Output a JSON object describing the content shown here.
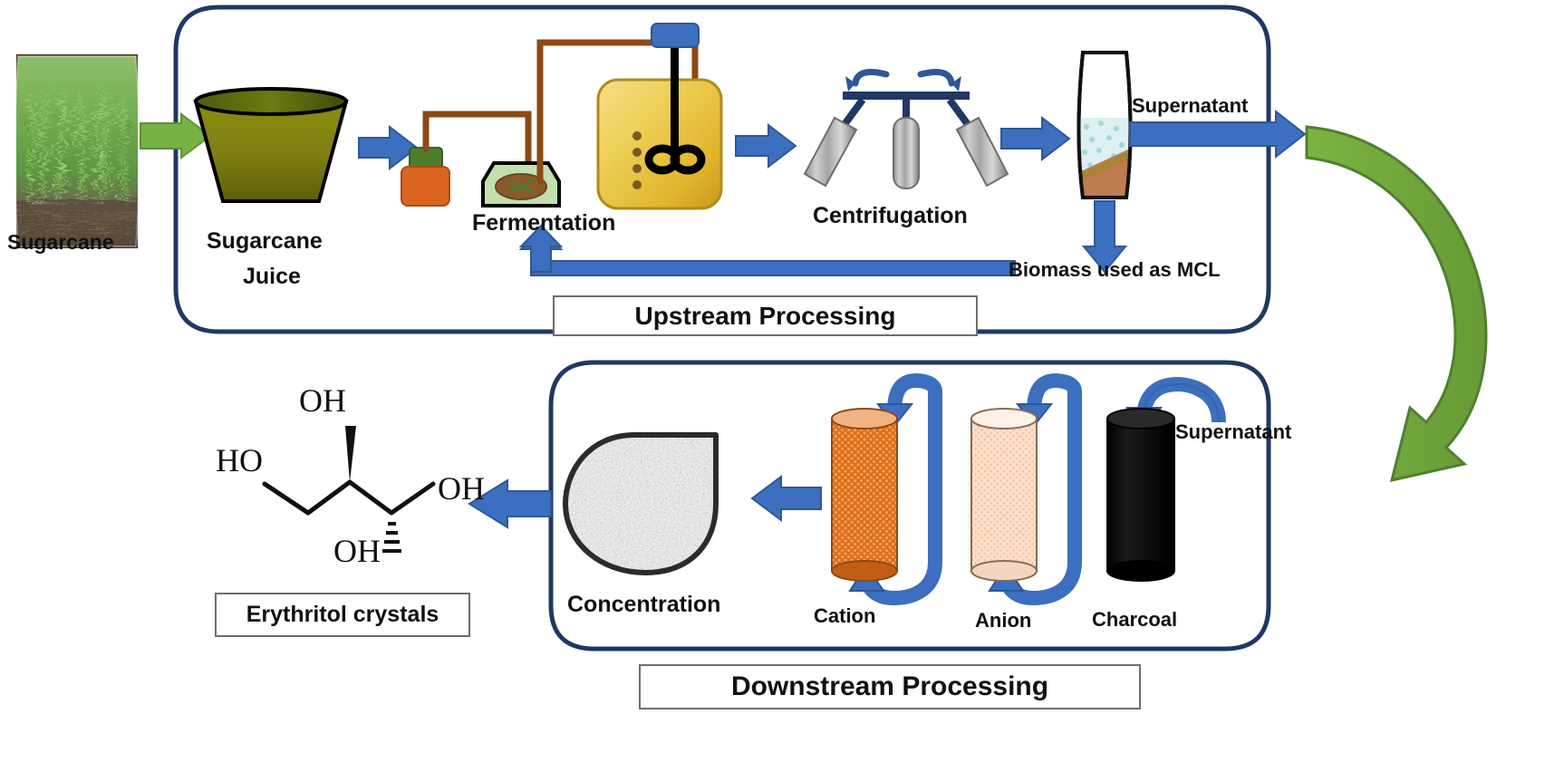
{
  "diagram": {
    "title_upstream": "Upstream Processing",
    "title_downstream": "Downstream Processing",
    "colors": {
      "container_border": "#1F3864",
      "blue_arrow": "#3C6FBF",
      "green_arrow": "#70AD47",
      "cane_juice": "#7A7A14",
      "bioreactor": "#E8C43E",
      "cation_resin": "#E2761B",
      "anion_resin": "#FBDFCB",
      "charcoal": "#070707",
      "biomass_pellet": "#C08050",
      "supernatant_liquid": "#DCF0F2",
      "text": "#111111"
    }
  },
  "upstream": {
    "labels": {
      "sugarcane": "Sugarcane",
      "sugarcane_juice_line1": "Sugarcane",
      "sugarcane_juice_line2": "Juice",
      "fermentation": "Fermentation",
      "centrifugation": "Centrifugation",
      "supernatant": "Supernatant",
      "biomass_mcl": "Biomass used as MCL"
    }
  },
  "downstream": {
    "labels": {
      "supernatant": "Supernatant",
      "charcoal": "Charcoal",
      "anion": "Anion",
      "cation": "Cation",
      "concentration": "Concentration",
      "erythritol_crystals": "Erythritol crystals"
    }
  },
  "molecule": {
    "name": "erythritol",
    "atom_labels": [
      "OH",
      "HO",
      "OH",
      "OH"
    ],
    "top_oh": "OH",
    "left_ho": "HO",
    "right_oh": "OH",
    "bottom_oh": "OH"
  },
  "icons": {
    "sugarcane_photo": "sugarcane-field-photo",
    "juice_vessel": "trapezoid-vessel-icon",
    "media_bottle": "orange-bottle-icon",
    "shake_flask": "green-flask-icon",
    "bioreactor": "stirred-tank-bioreactor-icon",
    "centrifuge": "centrifuge-rotor-icon",
    "tube": "centrifuge-tube-icon",
    "column": "chromatography-column-icon",
    "evaporator": "concentration-droplet-icon",
    "arrow": "arrow-icon",
    "rotation": "rotation-arrow-icon"
  }
}
